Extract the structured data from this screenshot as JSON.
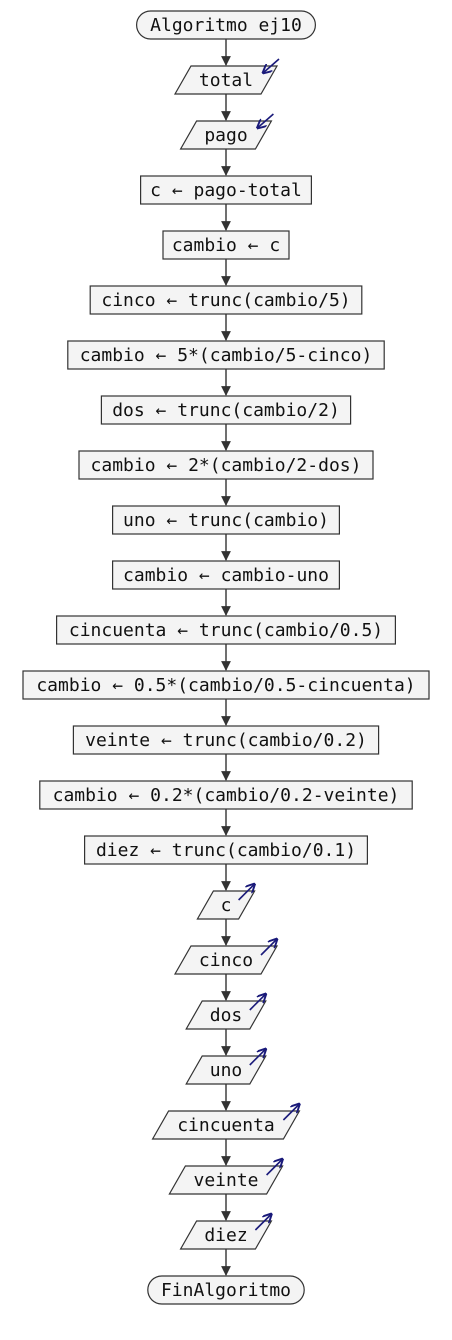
{
  "colors": {
    "box_fill": "#f4f4f4",
    "stroke": "#333333",
    "io_arrow": "#1a1a7a"
  },
  "nodes": [
    {
      "kind": "terminal",
      "label": "Algoritmo ej10"
    },
    {
      "kind": "input",
      "label": "total"
    },
    {
      "kind": "input",
      "label": "pago"
    },
    {
      "kind": "process",
      "label": "c ← pago-total"
    },
    {
      "kind": "process",
      "label": "cambio ← c"
    },
    {
      "kind": "process",
      "label": "cinco ← trunc(cambio/5)"
    },
    {
      "kind": "process",
      "label": "cambio ← 5*(cambio/5-cinco)"
    },
    {
      "kind": "process",
      "label": "dos ← trunc(cambio/2)"
    },
    {
      "kind": "process",
      "label": "cambio ← 2*(cambio/2-dos)"
    },
    {
      "kind": "process",
      "label": "uno ← trunc(cambio)"
    },
    {
      "kind": "process",
      "label": "cambio ← cambio-uno"
    },
    {
      "kind": "process",
      "label": "cincuenta ← trunc(cambio/0.5)"
    },
    {
      "kind": "process",
      "label": "cambio ← 0.5*(cambio/0.5-cincuenta)"
    },
    {
      "kind": "process",
      "label": "veinte ← trunc(cambio/0.2)"
    },
    {
      "kind": "process",
      "label": "cambio ← 0.2*(cambio/0.2-veinte)"
    },
    {
      "kind": "process",
      "label": "diez ← trunc(cambio/0.1)"
    },
    {
      "kind": "output",
      "label": "c"
    },
    {
      "kind": "output",
      "label": "cinco"
    },
    {
      "kind": "output",
      "label": "dos"
    },
    {
      "kind": "output",
      "label": "uno"
    },
    {
      "kind": "output",
      "label": "cincuenta"
    },
    {
      "kind": "output",
      "label": "veinte"
    },
    {
      "kind": "output",
      "label": "diez"
    },
    {
      "kind": "terminal",
      "label": "FinAlgoritmo"
    }
  ]
}
